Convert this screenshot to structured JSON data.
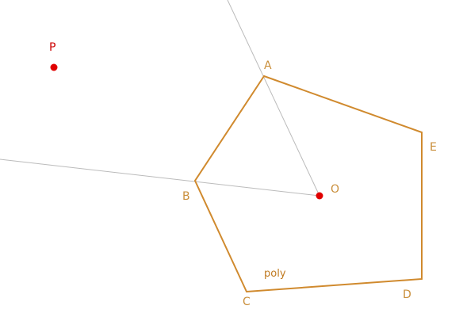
{
  "colors": {
    "polygon": "#D08A2E",
    "vertex_label": "#C98E3A",
    "free_point": "#E00000",
    "free_label": "#CC0000",
    "construction_line": "#BBBBBB",
    "background": "#FFFFFF"
  },
  "points": {
    "P": {
      "label": "P"
    },
    "O": {
      "label": "O"
    },
    "A": {
      "label": "A"
    },
    "B": {
      "label": "B"
    },
    "C": {
      "label": "C"
    },
    "D": {
      "label": "D"
    },
    "E": {
      "label": "E"
    }
  },
  "polygon": {
    "label": "poly",
    "vertices": [
      "A",
      "B",
      "C",
      "D",
      "E"
    ]
  },
  "rays": [
    {
      "from": "O",
      "through": "A"
    },
    {
      "from": "O",
      "through": "B"
    }
  ]
}
